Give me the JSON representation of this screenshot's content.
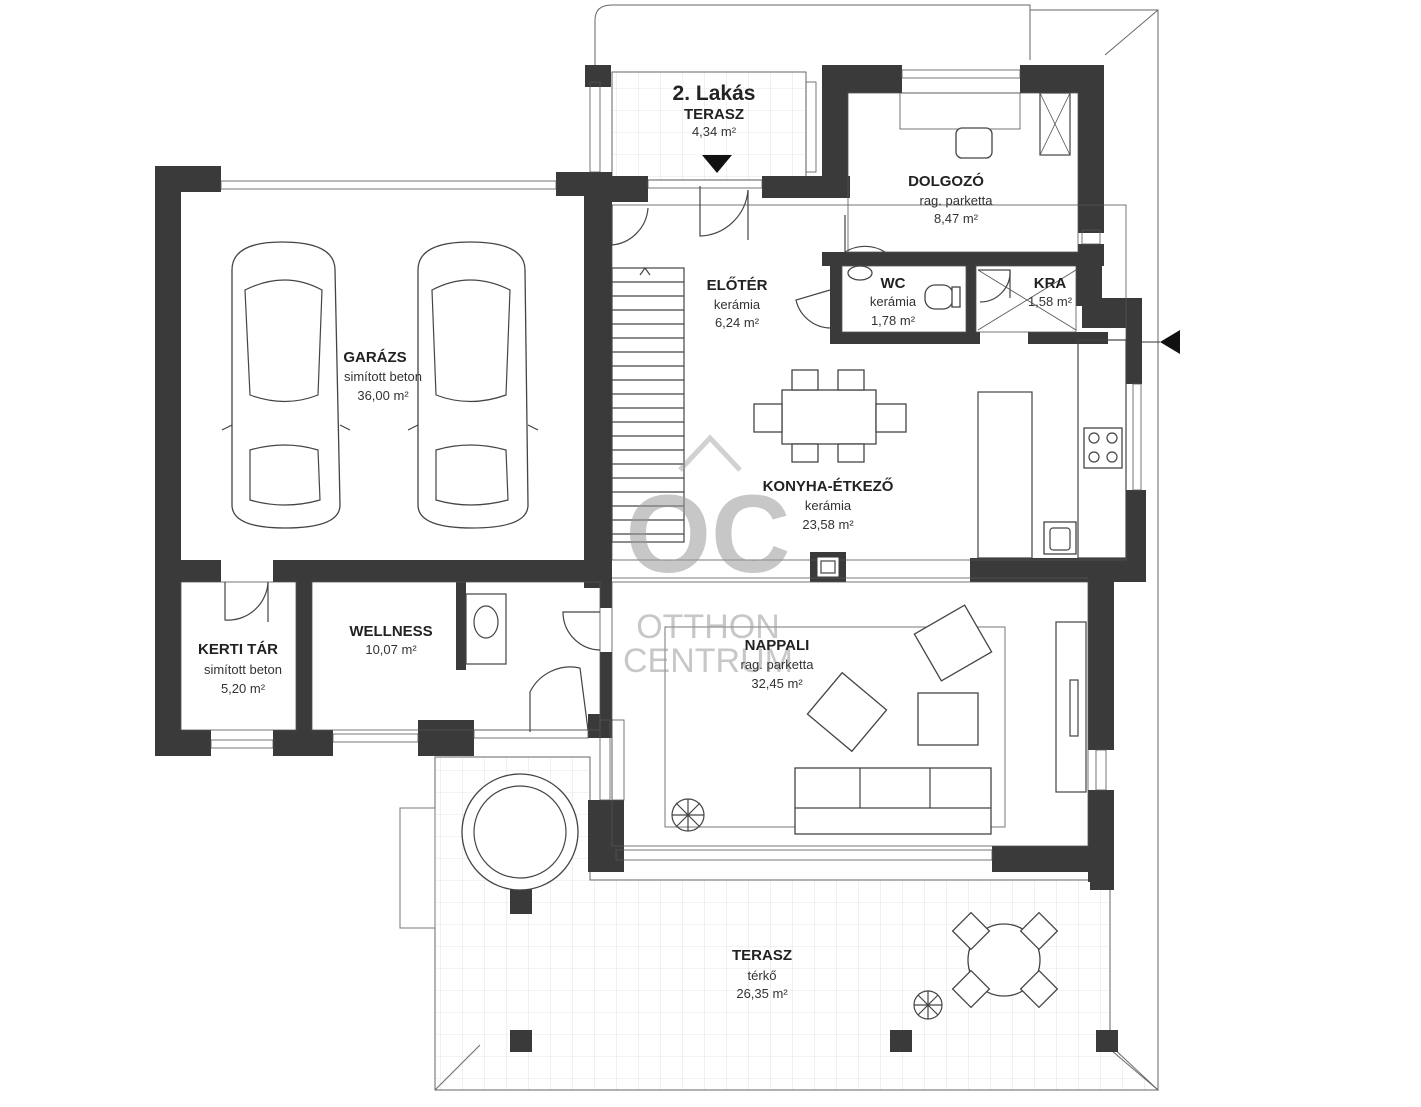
{
  "plan": {
    "unit_title": "2. Lakás",
    "rooms": [
      {
        "id": "terasz-top",
        "name": "TERASZ",
        "material": "",
        "area": "4,34 m²"
      },
      {
        "id": "dolgozo",
        "name": "DOLGOZÓ",
        "material": "rag. parketta",
        "area": "8,47 m²"
      },
      {
        "id": "eloter",
        "name": "ELŐTÉR",
        "material": "kerámia",
        "area": "6,24 m²"
      },
      {
        "id": "wc",
        "name": "WC",
        "material": "kerámia",
        "area": "1,78 m²"
      },
      {
        "id": "kra",
        "name": "KRA",
        "material": "",
        "area": "1,58 m²"
      },
      {
        "id": "garazs",
        "name": "GARÁZS",
        "material": "simított beton",
        "area": "36,00 m²"
      },
      {
        "id": "konyha",
        "name": "KONYHA-ÉTKEZŐ",
        "material": "kerámia",
        "area": "23,58 m²"
      },
      {
        "id": "kerti-tar",
        "name": "KERTI TÁR",
        "material": "simított beton",
        "area": "5,20 m²"
      },
      {
        "id": "wellness",
        "name": "WELLNESS",
        "material": "",
        "area": "10,07 m²"
      },
      {
        "id": "nappali",
        "name": "NAPPALI",
        "material": "rag. parketta",
        "area": "32,45 m²"
      },
      {
        "id": "terasz-bottom",
        "name": "TERASZ",
        "material": "térkő",
        "area": "26,35 m²"
      }
    ]
  },
  "watermark": {
    "logo": "OC",
    "line1": "OTTHON",
    "line2": "CENTRUM"
  },
  "colors": {
    "wall": "#3a3a3a",
    "line": "#444444",
    "tile": "#bbbbbb"
  },
  "icons": [
    "entrance-arrow-icon",
    "car-icon",
    "stair-icon",
    "door-swing-icon",
    "sofa-icon",
    "armchair-icon",
    "dining-table-icon",
    "plant-icon",
    "hot-tub-icon",
    "stove-icon",
    "sink-icon",
    "toilet-icon",
    "fireplace-icon"
  ]
}
